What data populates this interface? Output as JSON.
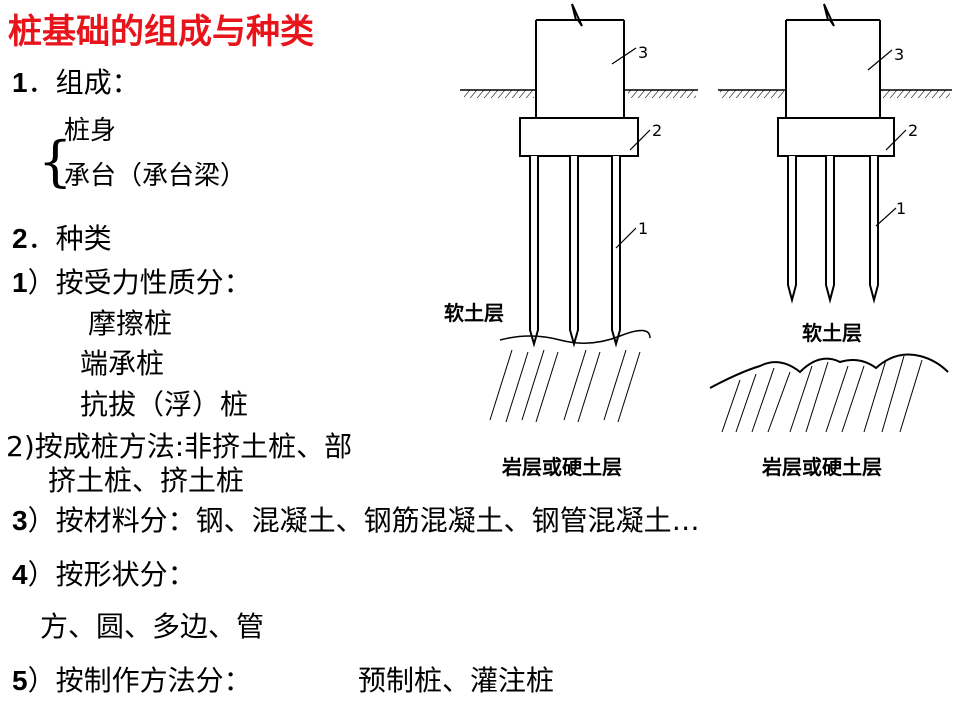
{
  "title": "桩基础的组成与种类",
  "s1": {
    "num": "1",
    "label": "．组成：",
    "items": [
      "桩身",
      "承台（承台梁）"
    ]
  },
  "s2": {
    "num": "2",
    "label": "．种类"
  },
  "c1": {
    "num": "1",
    "label": "）按受力性质分：",
    "items": [
      "摩擦桩",
      "端承桩",
      "抗拔（浮）桩"
    ]
  },
  "c2": {
    "label": "2)按成桩方法:非挤土桩、部",
    "cont": "挤土桩、挤土桩"
  },
  "c3": {
    "num": "3",
    "label": "）按材料分：钢、混凝土、钢筋混凝土、钢管混凝土…"
  },
  "c4": {
    "num": "4",
    "label": "）按形状分：",
    "items": "方、圆、多边、管"
  },
  "c5": {
    "num": "5",
    "label": "）按制作方法分：",
    "items": "预制桩、灌注桩"
  },
  "diagram": {
    "left": {
      "soft": "软土层",
      "hard": "岩层或硬土层"
    },
    "right": {
      "soft": "软土层",
      "hard": "岩层或硬土层"
    },
    "n1": "1",
    "n2": "2",
    "n3": "3"
  }
}
